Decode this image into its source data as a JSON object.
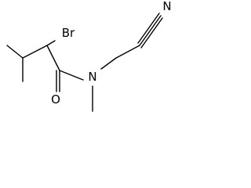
{
  "molecule": {
    "atoms": {
      "bromine": "Br",
      "oxygen": "O",
      "nitrogen": "N",
      "nitrile_nitrogen": "N"
    },
    "colors": {
      "bond": "#000000",
      "label": "#000000",
      "background": "#ffffff"
    }
  }
}
